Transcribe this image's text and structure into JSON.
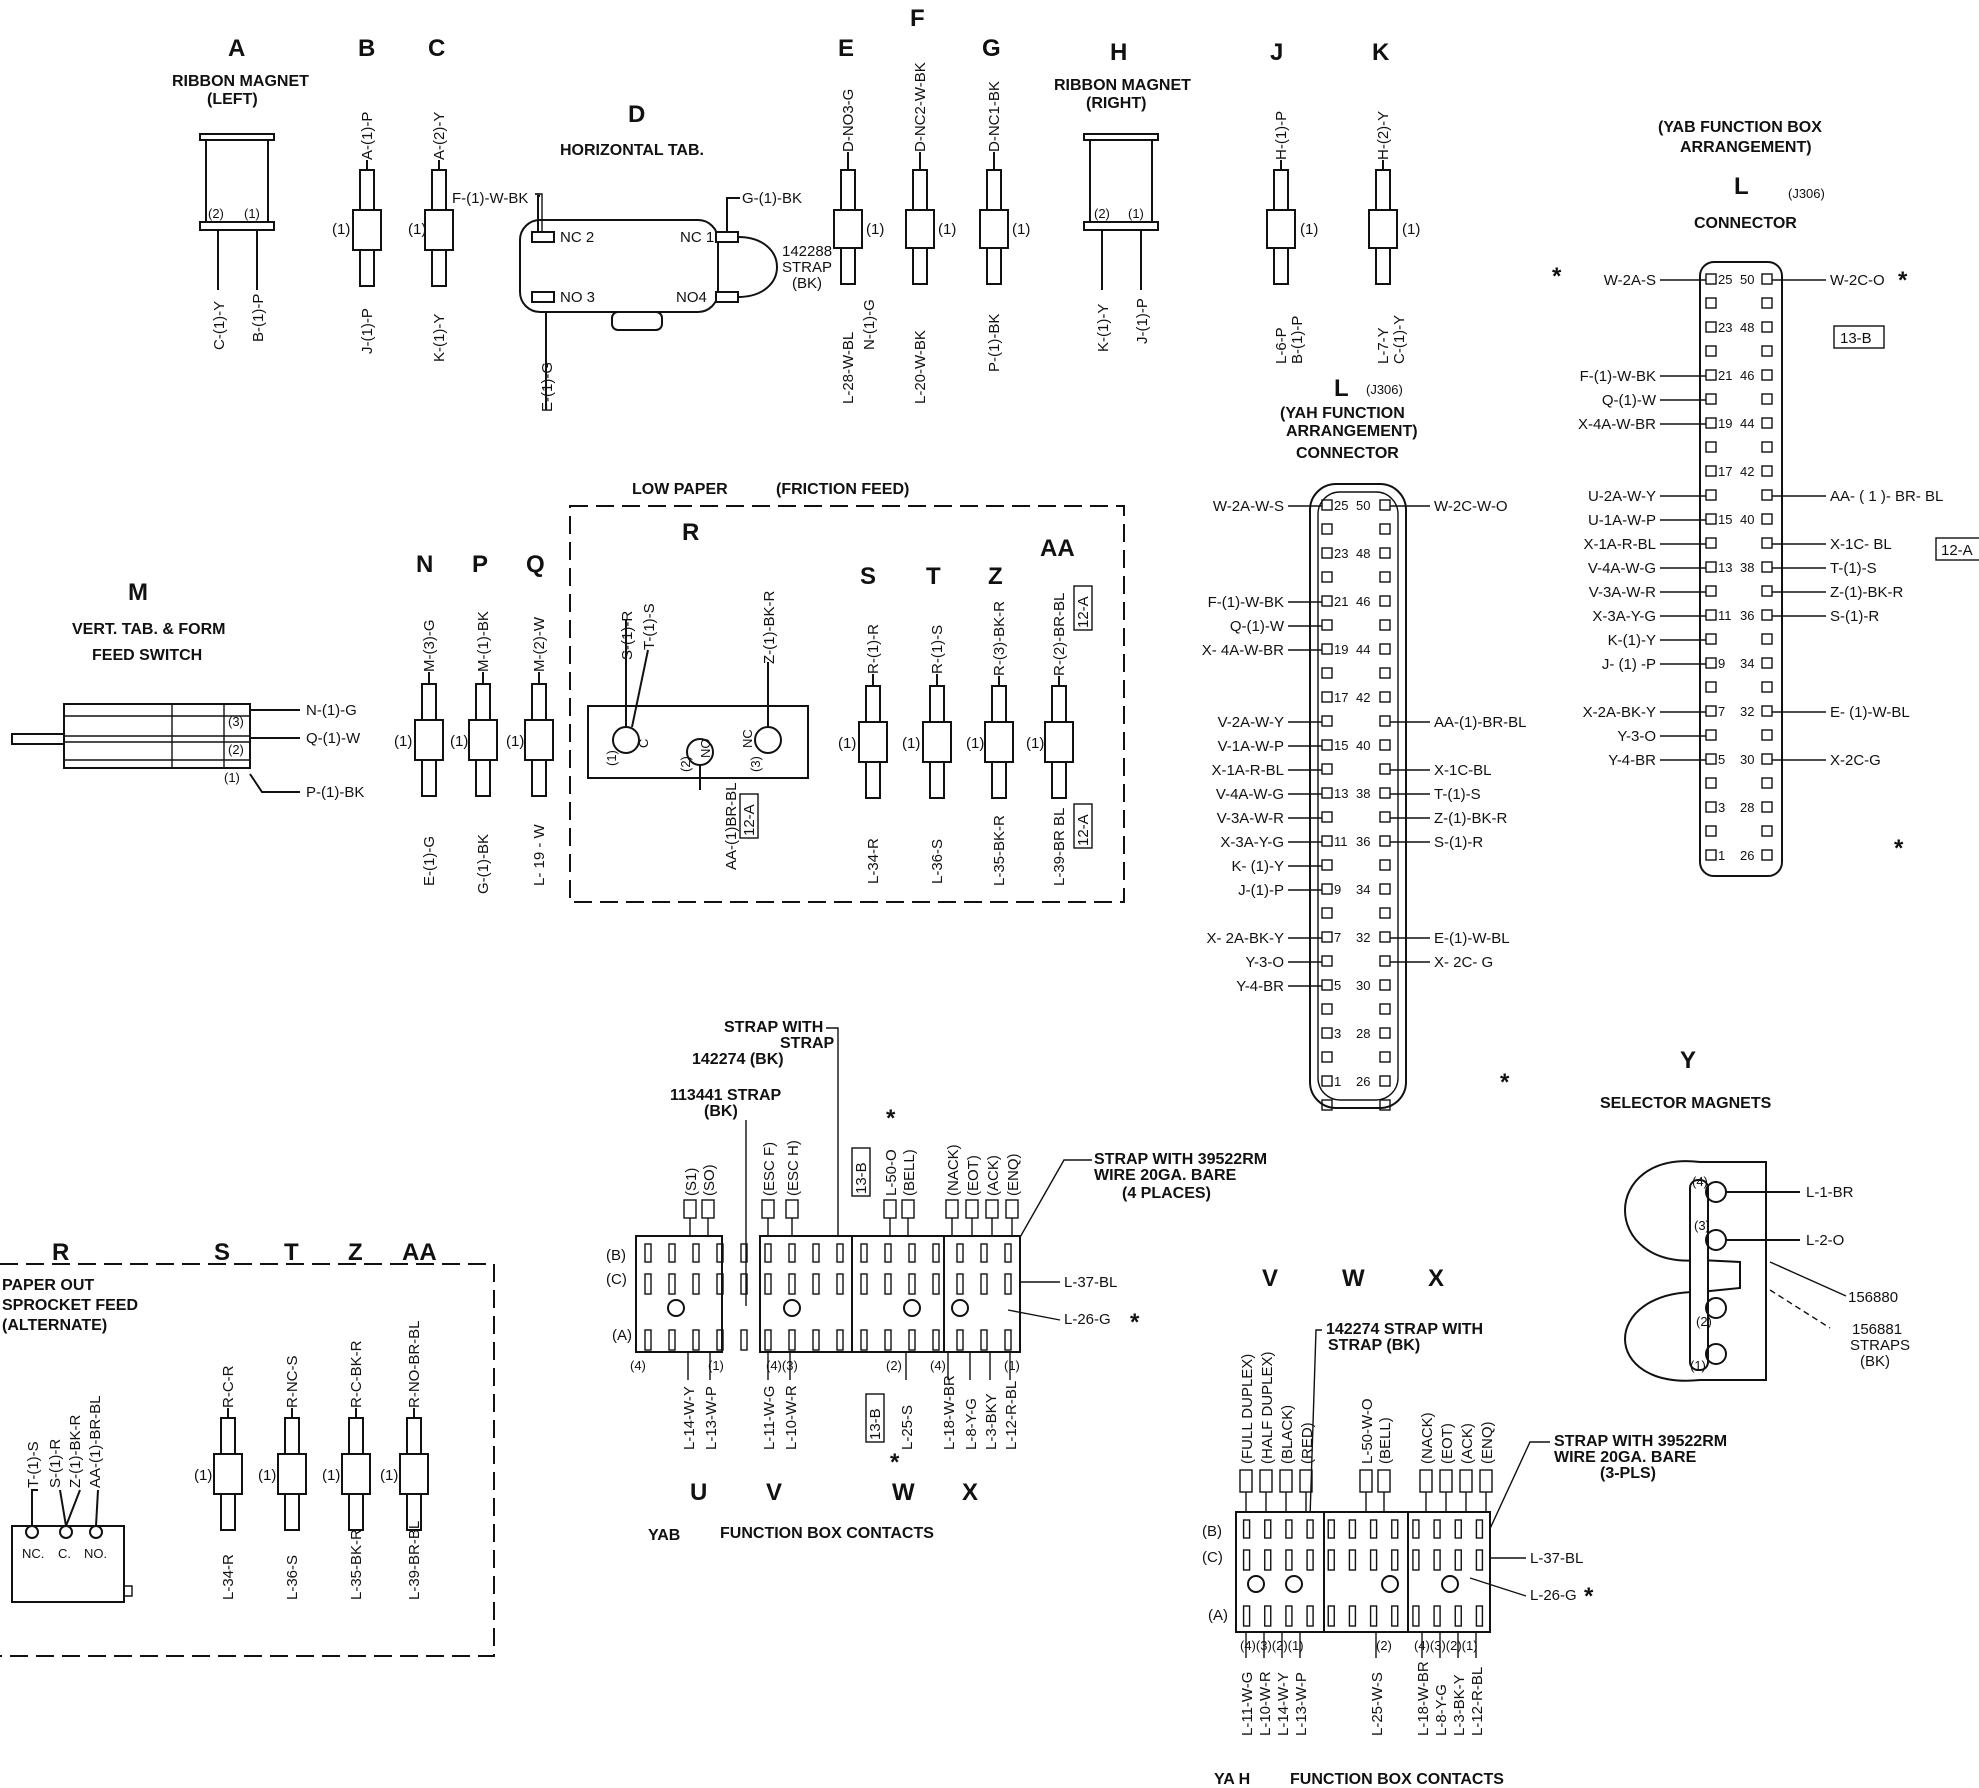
{
  "letters": {
    "A": "A",
    "B": "B",
    "C": "C",
    "D": "D",
    "E": "E",
    "F": "F",
    "G": "G",
    "H": "H",
    "J": "J",
    "K": "K",
    "L": "L",
    "M": "M",
    "N": "N",
    "P": "P",
    "Q": "Q",
    "R": "R",
    "S": "S",
    "T": "T",
    "Z": "Z",
    "AA": "AA",
    "U": "U",
    "V": "V",
    "W": "W",
    "X": "X",
    "Y": "Y"
  },
  "components": {
    "ribbon_left": {
      "line1": "RIBBON MAGNET",
      "line2": "(LEFT)",
      "pin2": "(2)",
      "pin1": "(1)",
      "w1": "C-(1)-Y",
      "w2": "B-(1)-P"
    },
    "b": {
      "top": "A-(1)-P",
      "bottom": "J-(1)-P",
      "pin": "(1)"
    },
    "c": {
      "top": "A-(2)-Y",
      "bottom": "K-(1)-Y",
      "pin": "(1)",
      "side": "F-(1)-W-BK"
    },
    "d": {
      "title": "HORIZONTAL TAB.",
      "nc2": "NC 2",
      "nc1": "NC 1",
      "no3": "NO 3",
      "no4": "NO4",
      "top": "G-(1)-BK",
      "bottom": "E-(1)-G",
      "strap1": "142288",
      "strap2": "STRAP",
      "strap3": "(BK)"
    },
    "e": {
      "top": "D-NO3-G",
      "bottom1": "L-28-W-BL",
      "bottom2": "N-(1)-G",
      "pin": "(1)"
    },
    "f": {
      "top": "D-NC2-W-BK",
      "bottom": "L-20-W-BK",
      "pin": "(1)"
    },
    "g": {
      "top": "D-NC1-BK",
      "bottom": "P-(1)-BK",
      "pin": "(1)"
    },
    "ribbon_right": {
      "line1": "RIBBON MAGNET",
      "line2": "(RIGHT)",
      "pin2": "(2)",
      "pin1": "(1)",
      "w1": "K-(1)-Y",
      "w2": "J-(1)-P"
    },
    "j": {
      "top": "H-(1)-P",
      "bottom1": "L-6-P",
      "bottom2": "B-(1)-P",
      "pin": "(1)"
    },
    "k": {
      "top": "H-(2)-Y",
      "bottom1": "L-7-Y",
      "bottom2": "C-(1)-Y",
      "pin": "(1)"
    },
    "m": {
      "letter": "M",
      "line1": "VERT. TAB. & FORM",
      "line2": "FEED SWITCH",
      "w3": "N-(1)-G",
      "w2": "Q-(1)-W",
      "w1": "P-(1)-BK",
      "p3": "(3)",
      "p2": "(2)",
      "p1": "(1)"
    },
    "n": {
      "top": "M-(3)-G",
      "bottom": "E-(1)-G",
      "pin": "(1)"
    },
    "p": {
      "top": "M-(1)-BK",
      "bottom": "G-(1)-BK",
      "pin": "(1)"
    },
    "q": {
      "top": "M-(2)-W",
      "bottom": "L- 19 - W",
      "pin": "(1)"
    },
    "low_paper": {
      "title1": "LOW PAPER",
      "title2": "(FRICTION  FEED)"
    },
    "r": {
      "w1": "S-(1)-R",
      "w2": "T-(1)-S",
      "w3": "Z-(1)-BK-R",
      "aa": "AA-(1)BR-BL",
      "ref": "12-A",
      "c": "C",
      "no": "NO",
      "nc": "NC",
      "p1": "(1)",
      "p2": "(2)",
      "p3": "(3)"
    },
    "s": {
      "top": "R-(1)-R",
      "bottom": "L-34-R",
      "pin": "(1)"
    },
    "t": {
      "top": "R-(1)-S",
      "bottom": "L-36-S",
      "pin": "(1)"
    },
    "z": {
      "top": "R-(3)-BK-R",
      "bottom": "L-35-BK-R",
      "pin": "(1)"
    },
    "aa": {
      "top": "R-(2)-BR-BL",
      "bottom": "L-39-BR BL",
      "pin": "(1)",
      "ref": "12-A"
    },
    "paper_out": {
      "line1": "PAPER OUT",
      "line2": "SPROCKET FEED",
      "line3": "(ALTERNATE)",
      "w1": "T-(1)-S",
      "w2": "S-(1)-R",
      "w3": "Z-(1)-BK-R",
      "w4": "AA-(1)-BR-BL",
      "nc": "NC.",
      "c": "C.",
      "no": "NO."
    },
    "s2": {
      "top": "R-C-R",
      "bottom": "L-34-R",
      "pin": "(1)"
    },
    "t2": {
      "top": "R-NC-S",
      "bottom": "L-36-S",
      "pin": "(1)"
    },
    "z2": {
      "top": "R-C-BK-R",
      "bottom": "L-35-BK-R",
      "pin": "(1)"
    },
    "aa2": {
      "top": "R-NO-BR-BL",
      "bottom": "L-39-BR-BL",
      "pin": "(1)"
    }
  },
  "connector_yah": {
    "letter": "L",
    "code": "(J306)",
    "line1": "(YAH FUNCTION",
    "line2": "ARRANGEMENT)",
    "line3": "CONNECTOR",
    "left": [
      "W-2A-W-S",
      "F-(1)-W-BK",
      "Q-(1)-W",
      "X- 4A-W-BR",
      "V-2A-W-Y",
      "V-1A-W-P",
      "X-1A-R-BL",
      "V-4A-W-G",
      "V-3A-W-R",
      "X-3A-Y-G",
      "K- (1)-Y",
      "J-(1)-P",
      "X- 2A-BK-Y",
      "Y-3-O",
      "Y-4-BR"
    ],
    "right": [
      "W-2C-W-O",
      "AA-(1)-BR-BL",
      "X-1C-BL",
      "T-(1)-S",
      "Z-(1)-BK-R",
      "S-(1)-R",
      "E-(1)-W-BL",
      "X- 2C- G"
    ],
    "nums": [
      "25",
      "50",
      "23",
      "48",
      "21",
      "46",
      "19",
      "44",
      "17",
      "42",
      "15",
      "40",
      "13",
      "38",
      "11",
      "36",
      "9",
      "34",
      "7",
      "32",
      "5",
      "30",
      "3",
      "28",
      "1",
      "26"
    ]
  },
  "connector_yab": {
    "title1": "(YAB FUNCTION BOX",
    "title2": "ARRANGEMENT)",
    "letter": "L",
    "code": "(J306)",
    "line3": "CONNECTOR",
    "left": [
      "W-2A-S",
      "F-(1)-W-BK",
      "Q-(1)-W",
      "X-4A-W-BR",
      "U-2A-W-Y",
      "U-1A-W-P",
      "X-1A-R-BL",
      "V-4A-W-G",
      "V-3A-W-R",
      "X-3A-Y-G",
      "K-(1)-Y",
      "J- (1) -P",
      "X-2A-BK-Y",
      "Y-3-O",
      "Y-4-BR"
    ],
    "right": [
      "W-2C-O",
      "AA- ( 1 )- BR- BL",
      "X-1C- BL",
      "T-(1)-S",
      "Z-(1)-BK-R",
      "S-(1)-R",
      "E- (1)-W-BL",
      "X-2C-G"
    ],
    "ref1": "13-B",
    "ref2": "12-A",
    "star": "*"
  },
  "selector": {
    "letter": "Y",
    "title": "SELECTOR MAGNETS",
    "w1": "L-1-BR",
    "w2": "L-2-O",
    "s1": "156880",
    "s2": "156881",
    "s3": "STRAPS",
    "s4": "(BK)",
    "p4": "(4)",
    "p3": "(3)",
    "p2": "(2)",
    "p1": "(1)"
  },
  "yab": {
    "title1": "YAB",
    "title2": "FUNCTION BOX CONTACTS",
    "strap_a1": "STRAP WITH",
    "strap_a2": "STRAP",
    "strap_a3": "142274 (BK)",
    "strap_b1": "113441 STRAP",
    "strap_b2": "(BK)",
    "strap_c1": "STRAP WITH 39522RM",
    "strap_c2": "WIRE  20GA. BARE",
    "strap_c3": "(4 PLACES)",
    "top_labels": [
      "(S1)",
      "(SO)",
      "(ESC F)",
      "(ESC H)",
      "L-50-O",
      "(BELL)",
      "(NACK)",
      "(EOT)",
      "(ACK)",
      "(ENQ)"
    ],
    "bottom_labels": [
      "L-14-W-Y",
      "L-13-W-P",
      "L-11-W-G",
      "L-10-W-R",
      "L-25-S",
      "L-18-W-BR",
      "L-8-Y-G",
      "L-3-BKY",
      "L-12-R-BL"
    ],
    "right1": "L-37-BL",
    "right2": "L-26-G",
    "ref": "13-B",
    "row_b": "(B)",
    "row_c": "(C)",
    "row_a": "(A)",
    "p4": "(4)",
    "p1": "(1)",
    "p43": "(4)(3)",
    "p2": "(2)",
    "p4b": "(4)",
    "p1b": "(1)"
  },
  "yah": {
    "title1": "YA H",
    "title2": "FUNCTION BOX CONTACTS",
    "strap_a1": "142274 STRAP WITH",
    "strap_a2": "STRAP (BK)",
    "strap_c1": "STRAP WITH 39522RM",
    "strap_c2": "WIRE  20GA. BARE",
    "strap_c3": "(3-PLS)",
    "top_labels": [
      "(FULL DUPLEX)",
      "(HALF DUPLEX)",
      "(BLACK)",
      "(RED)",
      "L-50-W-O",
      "(BELL)",
      "(NACK)",
      "(EOT)",
      "(ACK)",
      "(ENQ)"
    ],
    "bottom_labels": [
      "L-11-W-G",
      "L-10-W-R",
      "L-14-W-Y",
      "L-13-W-P",
      "L-25-W-S",
      "L-18-W-BR",
      "L-8-Y-G",
      "L-3-BK-Y",
      "L-12-R-BL"
    ],
    "right1": "L-37-BL",
    "right2": "L-26-G",
    "row_b": "(B)",
    "row_c": "(C)",
    "row_a": "(A)",
    "pins_l": "(4)(3)(2)(1)",
    "pin_m": "(2)",
    "pins_r": "(4)(3)(2)(1)"
  }
}
